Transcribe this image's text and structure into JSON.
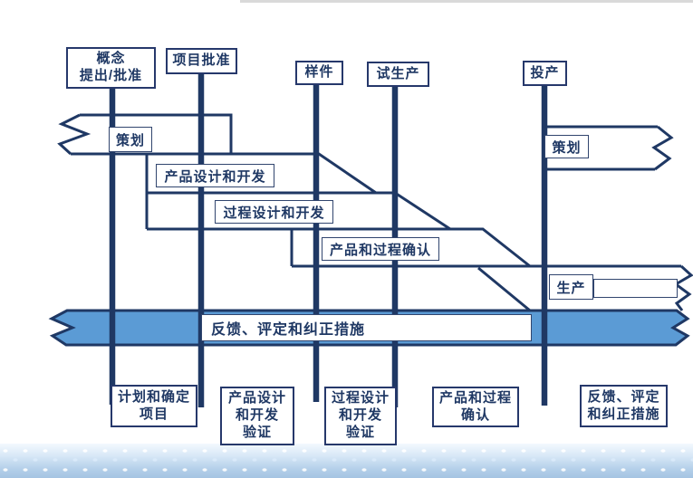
{
  "colors": {
    "navy": "#1f3864",
    "band_blue": "#5b9bd5",
    "footer_blue": "#a5c4e2"
  },
  "milestones": [
    {
      "name": "concept-initiation-approval",
      "lines": [
        "概念",
        "提出/批准"
      ]
    },
    {
      "name": "program-approval",
      "lines": [
        "项目批准"
      ]
    },
    {
      "name": "prototype",
      "lines": [
        "样件"
      ]
    },
    {
      "name": "pilot",
      "lines": [
        "试生产"
      ]
    },
    {
      "name": "launch",
      "lines": [
        "投产"
      ]
    }
  ],
  "phases": {
    "planning_left": "策划",
    "product_design": "产品设计和开发",
    "process_design": "过程设计和开发",
    "validation": "产品和过程确认",
    "planning_right": "策划",
    "production": "生产",
    "feedback_band": "反馈、评定和纠正措施"
  },
  "outputs": [
    {
      "name": "plan-define-program",
      "lines": [
        "计划和确定",
        "项目"
      ]
    },
    {
      "name": "product-design-verification",
      "lines": [
        "产品设计",
        "和开发",
        "验证"
      ]
    },
    {
      "name": "process-design-verification",
      "lines": [
        "过程设计",
        "和开发",
        "验证"
      ]
    },
    {
      "name": "product-process-validation",
      "lines": [
        "产品和过程",
        "确认"
      ]
    },
    {
      "name": "feedback-corrective-action",
      "lines": [
        "反馈、评定",
        "和纠正措施"
      ]
    }
  ]
}
